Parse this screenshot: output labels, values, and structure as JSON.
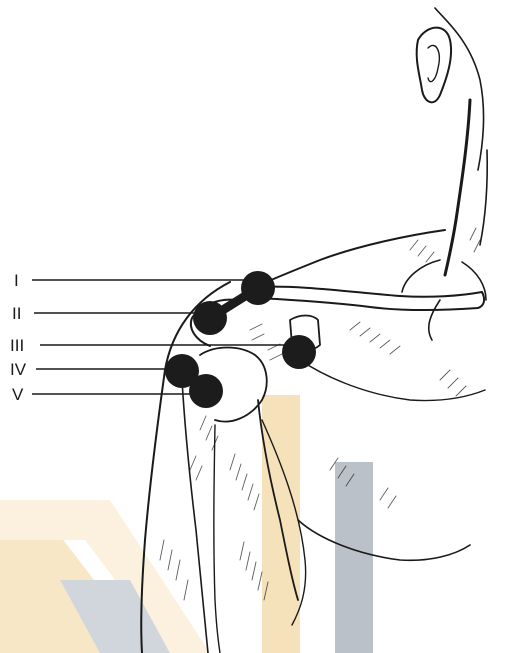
{
  "figure": {
    "labels": [
      {
        "id": "I",
        "text": "I"
      },
      {
        "id": "II",
        "text": "II"
      },
      {
        "id": "III",
        "text": "III"
      },
      {
        "id": "IV",
        "text": "IV"
      },
      {
        "id": "V",
        "text": "V"
      }
    ],
    "colors": {
      "ink": "#1a1a1a",
      "marker": "#1c1c1c",
      "watermark_orange": "#f4dcae",
      "watermark_slate": "#aeb7bf"
    }
  }
}
